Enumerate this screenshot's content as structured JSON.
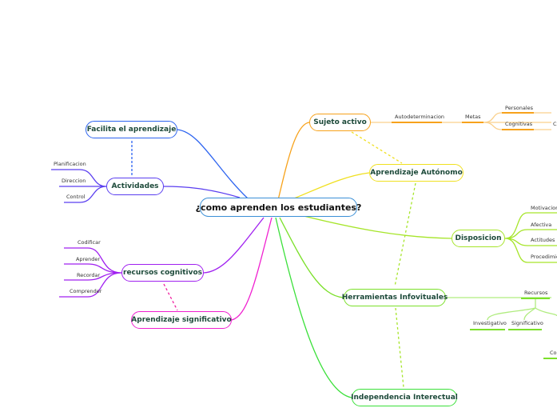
{
  "central": "¿como aprenden los estudiantes?",
  "nodes": {
    "sujeto": "Sujeto activo",
    "autonomo": "Aprendizaje Autónomo",
    "disposicion": "Disposicion",
    "herramientas": "Herramientas Infovituales",
    "independencia": "Independencia Interectual",
    "facilita": "Facilita el aprendizaje",
    "actividades": "Actividades",
    "recursos_cog": "recursos cognitivos",
    "significativo": "Aprendizaje significativo"
  },
  "leaves": {
    "autodeterminacion": "Autodeterminacion",
    "metas": "Metas",
    "personales": "Personales",
    "cognitivas": "Cognitivas",
    "c_clip": "C",
    "motivacion": "Motivacion",
    "afectiva": "Afectiva",
    "actitudes": "Actitudes",
    "procedimientos": "Procedimien",
    "recursos": "Recursos",
    "investigativo": "Investigativo",
    "significativo": "Significativo",
    "co_clip": "Co",
    "planificacion": "Planificacion",
    "direccion": "Direccion",
    "control": "Control",
    "codificar": "Codificar",
    "aprender": "Aprender",
    "recordar": "Recordar",
    "comprender": "Comprender"
  },
  "colors": {
    "central": "#3a8fd6",
    "sujeto": "#f7a21b",
    "autonomo": "#f0e020",
    "disposicion": "#a6e52a",
    "herramientas": "#7be02a",
    "independencia": "#3be03a",
    "facilita": "#2c63f0",
    "actividades": "#5a3ef0",
    "recursos_cog": "#a020f0",
    "significativo": "#f020d0"
  }
}
